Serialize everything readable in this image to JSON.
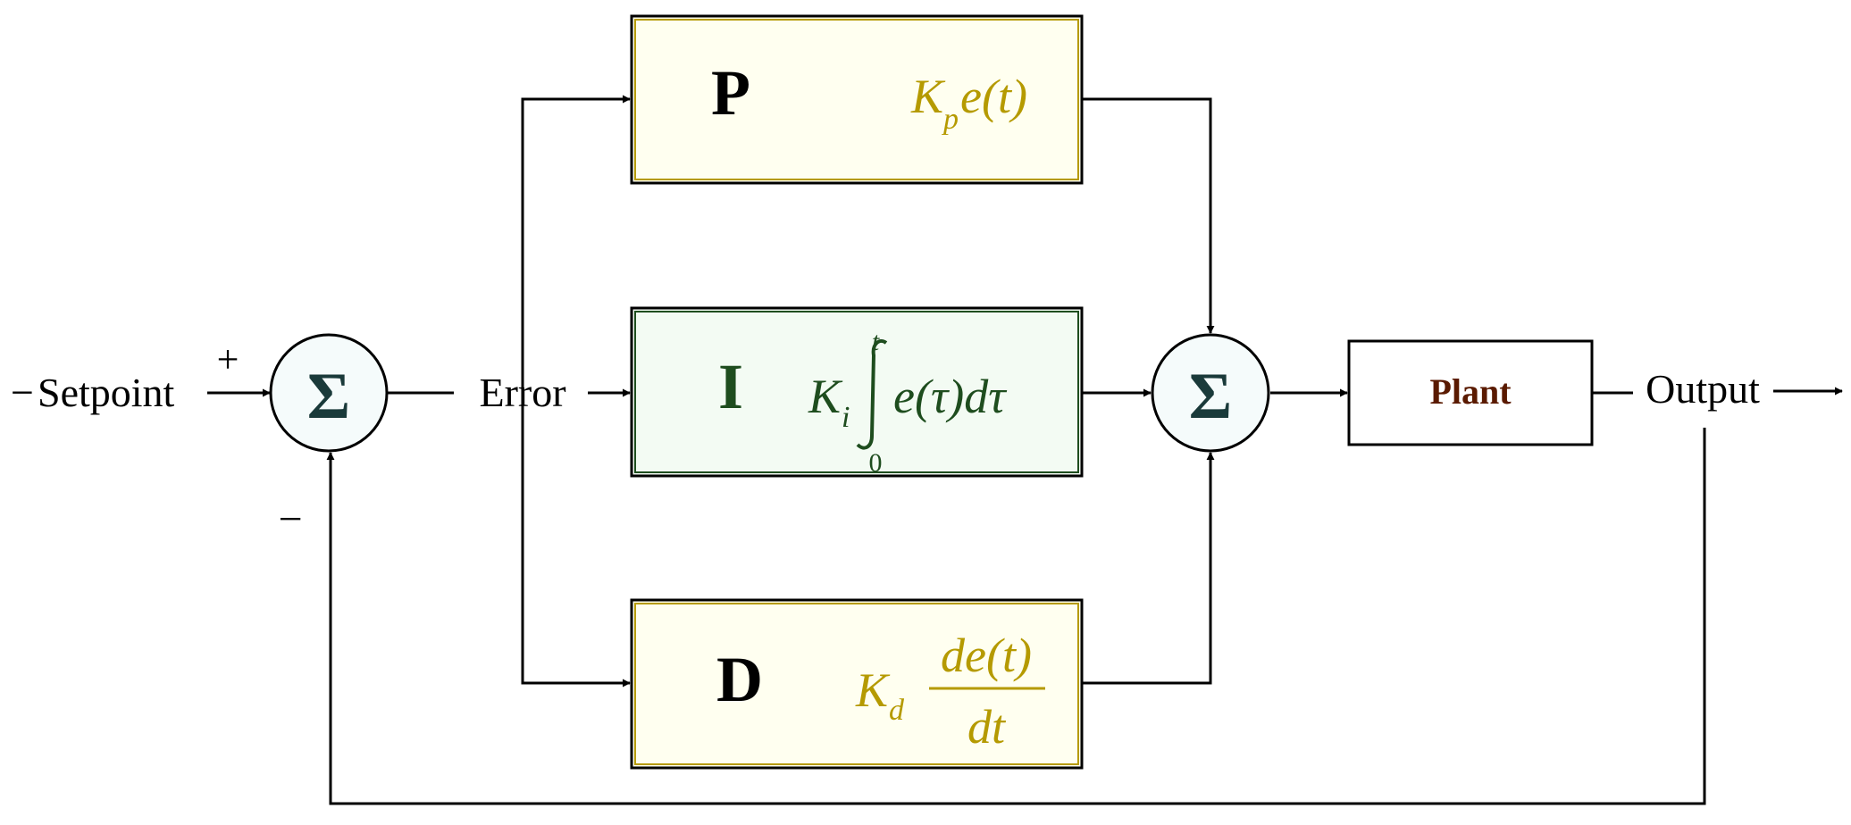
{
  "labels": {
    "setpoint": "Setpoint",
    "setpoint_dash": "−",
    "plus_sign": "+",
    "minus_sign": "−",
    "error": "Error",
    "output": "Output",
    "plant": "Plant",
    "sum_symbol": "Σ"
  },
  "blocks": {
    "p": {
      "letter": "P",
      "k": "K",
      "k_sub": "p",
      "term": "e(t)"
    },
    "i": {
      "letter": "I",
      "k": "K",
      "k_sub": "i",
      "upper": "t",
      "lower": "0",
      "integrand": "e(τ)dτ"
    },
    "d": {
      "letter": "D",
      "k": "K",
      "k_sub": "d",
      "numerator": "de(t)",
      "denominator": "dt"
    }
  },
  "colors": {
    "p_fill": "#fffff0",
    "p_border": "#b59a00",
    "p_formula": "#b59a00",
    "i_fill": "#f3fbf3",
    "i_border": "#1e4d1e",
    "i_formula": "#1e4d1e",
    "d_fill": "#fffff0",
    "d_border": "#b59a00",
    "d_formula": "#b59a00",
    "plant_text": "#5a1a00",
    "sum_text": "#1a3a3a",
    "line": "#000000"
  }
}
